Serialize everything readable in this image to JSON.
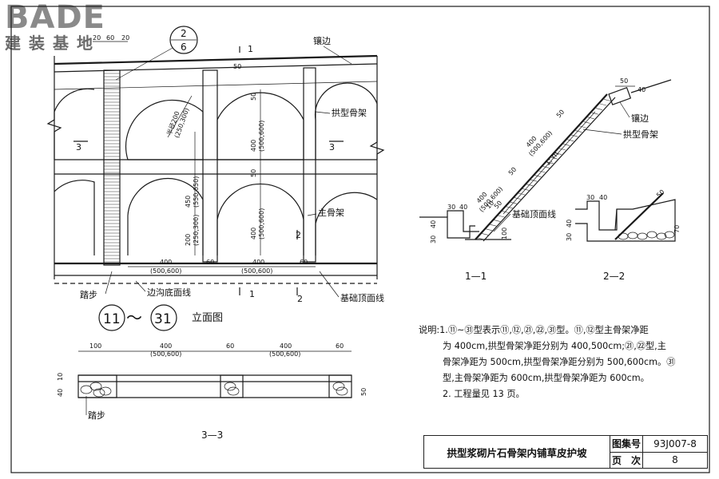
{
  "brand": {
    "big": "BADE",
    "small": "建装基地"
  },
  "elevation": {
    "title": "立面图",
    "type_from": "11",
    "type_to": "31",
    "tilde": "〜",
    "ref_num": "2",
    "ref_den": "6",
    "trim_label": "镶边",
    "arch_label": "拱型骨架",
    "main_label": "主骨架",
    "base_label": "基础顶面线",
    "ditch_label": "边沟底面线",
    "step_label": "踏步",
    "sec1": "1",
    "sec2": "2",
    "sec3": "3",
    "dims": {
      "d20a": "20",
      "d60": "60",
      "d20b": "20",
      "d50top": "50",
      "radius": "半径200",
      "radius_alt": "(250,300)",
      "d50r": "50",
      "d400a": "400",
      "d400a_alt": "(500,600)",
      "d450": "450",
      "d450_alt": "(550,650)",
      "d50b": "50",
      "d400b": "400",
      "d400b_alt": "(500,600)",
      "d200": "200",
      "d200_alt": "(250,300)",
      "w400a": "400",
      "w400a_alt": "(500,600)",
      "w60a": "60",
      "w400b": "400",
      "w400b_alt": "(500,600)",
      "w60b": "60"
    }
  },
  "section11": {
    "label": "1—1",
    "trim_label": "镶边",
    "arch_label": "拱型骨架",
    "base_label": "基础顶面线",
    "slope": "1: m",
    "dims": {
      "d50t": "50",
      "d40t": "40",
      "d50s": "50",
      "d400": "400",
      "d400_alt": "(500,600)",
      "d50m": "50",
      "d400b": "400",
      "d400b_alt": "(500,600)",
      "d10": "10",
      "d50w": "50",
      "d30": "30",
      "d40": "40",
      "v30": "30",
      "v40": "40",
      "v100": "100"
    }
  },
  "section22": {
    "label": "2—2",
    "dims": {
      "d30": "30",
      "d40": "40",
      "d50": "50",
      "v30": "30",
      "v40": "40",
      "v70": "70"
    }
  },
  "section33": {
    "label": "3—3",
    "step_label": "踏步",
    "dims": {
      "w100": "100",
      "w400a": "400",
      "w400a_alt": "(500,600)",
      "w60a": "60",
      "w400b": "400",
      "w400b_alt": "(500,600)",
      "w60b": "60",
      "v10": "10",
      "v40": "40",
      "v50": "50"
    }
  },
  "notes": {
    "line1": "说明:1.⑪~㉛型表示⑪,⑫,㉑,㉒,㉛型。⑪,⑫型主骨架净距",
    "line2": "为 400cm,拱型骨架净距分别为 400,500cm;㉑,㉒型,主",
    "line3": "骨架净距为 500cm,拱型骨架净距分别为 500,600cm。㉛",
    "line4": "型,主骨架净距为 600cm,拱型骨架净距为 600cm。",
    "line5": "2. 工程量见 13 页。"
  },
  "titleblock": {
    "title": "拱型浆砌片石骨架内铺草皮护坡",
    "atlas_label": "图集号",
    "atlas_value": "93J007-8",
    "page_label": "页　次",
    "page_value": "8"
  }
}
